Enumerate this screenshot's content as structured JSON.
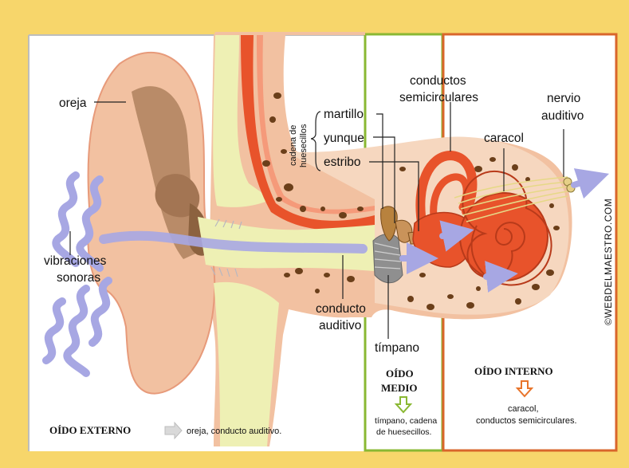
{
  "labels": {
    "oreja": "oreja",
    "vibraciones_line1": "vibraciones",
    "vibraciones_line2": "sonoras",
    "conducto_line1": "conducto",
    "conducto_line2": "auditivo",
    "timpano": "tímpano",
    "cadena_line1": "cadena de",
    "cadena_line2": "huesecillos",
    "martillo": "martillo",
    "yunque": "yunque",
    "estribo": "estribo",
    "semicirc_line1": "conductos",
    "semicirc_line2": "semicirculares",
    "caracol": "caracol",
    "nervio_line1": "nervio",
    "nervio_line2": "auditivo"
  },
  "watermark": "©WEBDELMAESTRO.COM",
  "sections": {
    "externo": {
      "title": "OÍDO EXTERNO",
      "desc": "oreja, conducto auditivo."
    },
    "medio": {
      "title_line1": "OÍDO",
      "title_line2": "MEDIO",
      "desc_line1": "tímpano, cadena",
      "desc_line2": "de huesecillos."
    },
    "interno": {
      "title": "OÍDO INTERNO",
      "desc_line1": "caracol,",
      "desc_line2": "conductos semicirculares."
    }
  },
  "colors": {
    "background": "#f7d66b",
    "panel": "#ffffff",
    "skin": "#f2c1a1",
    "inner_ear": "#e8532b",
    "canal_yellow": "#eef0b4",
    "sound_wave": "#a7a7e3",
    "middle_border": "#8ab833",
    "inner_border": "#d9662b",
    "bone": "#b8823e"
  }
}
